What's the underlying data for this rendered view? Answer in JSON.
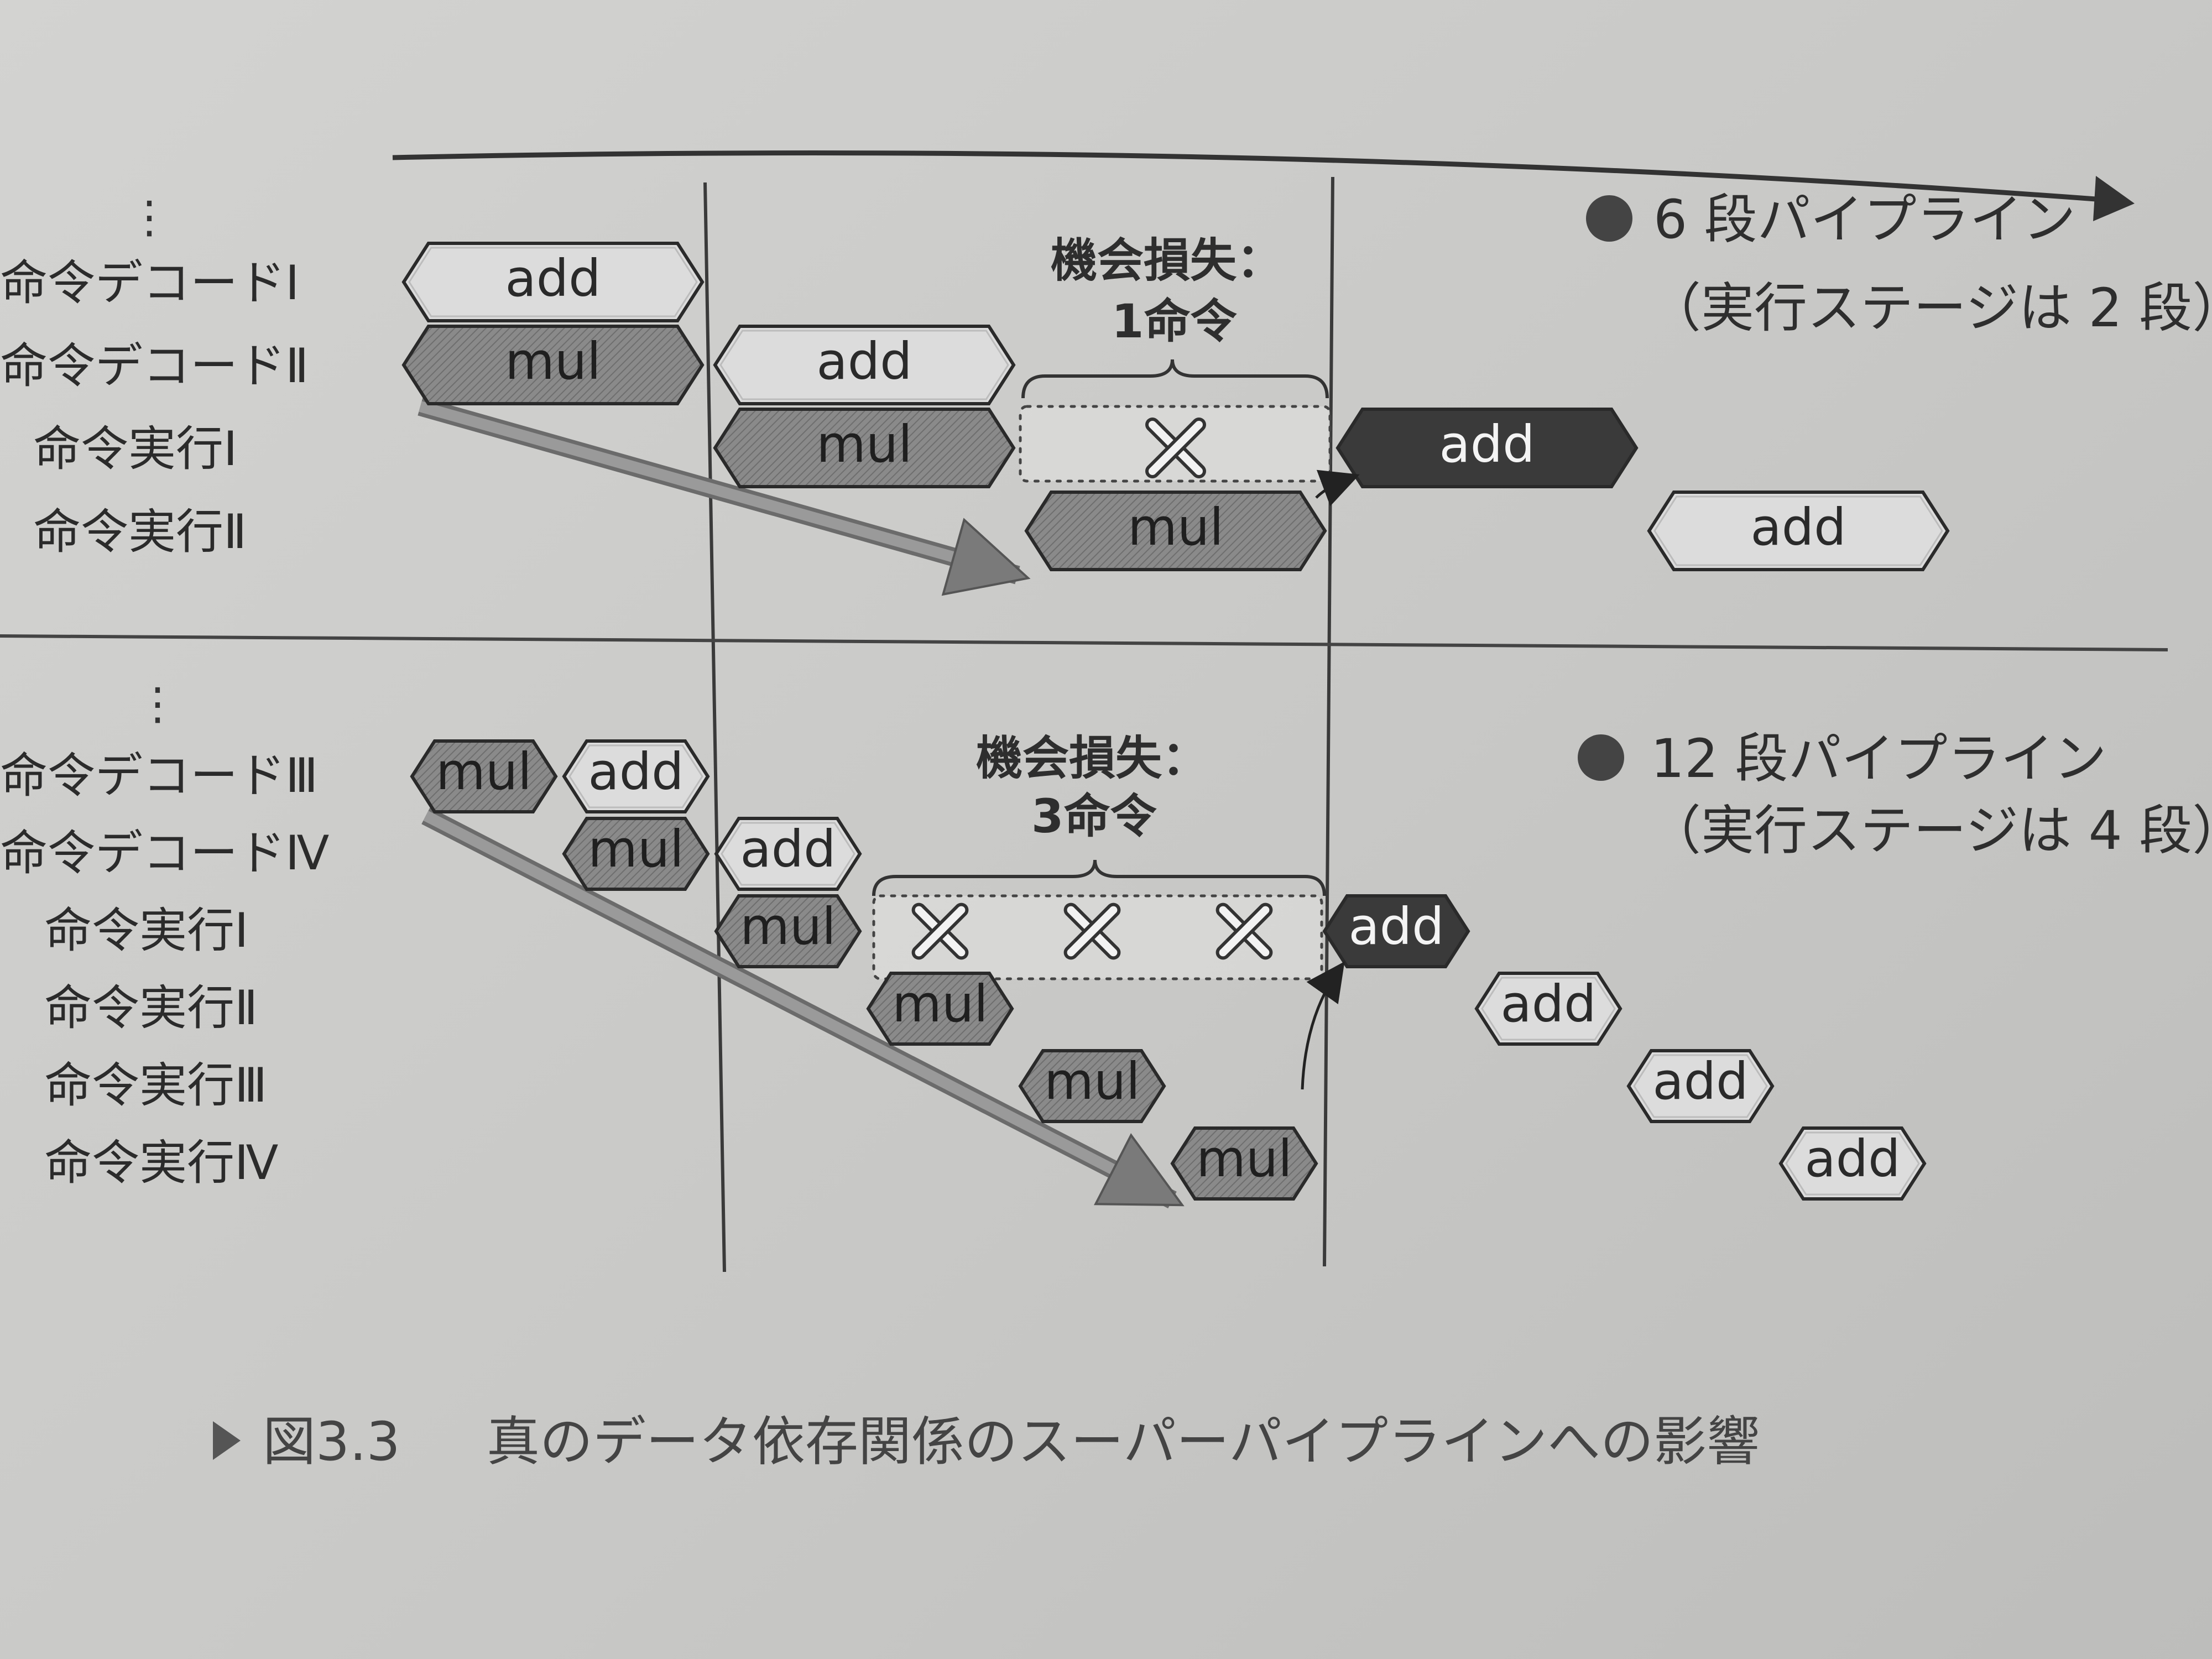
{
  "colors": {
    "light_fill": "#dcdcdc",
    "mid_fill": "#7a7a7a",
    "dark_fill": "#3a3a3a",
    "stroke": "#2a2a2a",
    "axis": "#333333"
  },
  "icons": {
    "stall": "x-mark-icon",
    "legend_bullet": "circle-bullet-icon",
    "caption_marker": "triangle-right-icon"
  },
  "top": {
    "ellipsis": "⋮",
    "stages": [
      "命令デコードⅠ",
      "命令デコードⅡ",
      "命令実行Ⅰ",
      "命令実行Ⅱ"
    ],
    "ops": [
      {
        "label": "add",
        "stage": 0,
        "cycle": 0,
        "shade": "light"
      },
      {
        "label": "mul",
        "stage": 1,
        "cycle": 0,
        "shade": "mid"
      },
      {
        "label": "add",
        "stage": 1,
        "cycle": 1,
        "shade": "light"
      },
      {
        "label": "mul",
        "stage": 2,
        "cycle": 1,
        "shade": "mid"
      },
      {
        "label": "mul",
        "stage": 3,
        "cycle": 2,
        "shade": "mid"
      },
      {
        "label": "add",
        "stage": 2,
        "cycle": 3,
        "shade": "dark"
      },
      {
        "label": "add",
        "stage": 3,
        "cycle": 4,
        "shade": "light"
      }
    ],
    "stalls": [
      {
        "stage": 2,
        "cycle": 2
      }
    ],
    "note_line1": "機会損失：",
    "note_line2": "1命令",
    "legend_line1": "6 段パイプライン",
    "legend_line2": "（実行ステージは 2 段）"
  },
  "bottom": {
    "ellipsis": "⋮",
    "stages": [
      "命令デコードⅢ",
      "命令デコードⅣ",
      "命令実行Ⅰ",
      "命令実行Ⅱ",
      "命令実行Ⅲ",
      "命令実行Ⅳ"
    ],
    "ops": [
      {
        "label": "mul",
        "stage": 0,
        "cycle": 0,
        "shade": "mid"
      },
      {
        "label": "add",
        "stage": 0,
        "cycle": 1,
        "shade": "light"
      },
      {
        "label": "mul",
        "stage": 1,
        "cycle": 1,
        "shade": "mid"
      },
      {
        "label": "add",
        "stage": 1,
        "cycle": 2,
        "shade": "light"
      },
      {
        "label": "mul",
        "stage": 2,
        "cycle": 2,
        "shade": "mid"
      },
      {
        "label": "mul",
        "stage": 3,
        "cycle": 3,
        "shade": "mid"
      },
      {
        "label": "mul",
        "stage": 4,
        "cycle": 4,
        "shade": "mid"
      },
      {
        "label": "mul",
        "stage": 5,
        "cycle": 5,
        "shade": "mid"
      },
      {
        "label": "add",
        "stage": 2,
        "cycle": 6,
        "shade": "dark"
      },
      {
        "label": "add",
        "stage": 3,
        "cycle": 7,
        "shade": "light"
      },
      {
        "label": "add",
        "stage": 4,
        "cycle": 8,
        "shade": "light"
      },
      {
        "label": "add",
        "stage": 5,
        "cycle": 9,
        "shade": "light"
      }
    ],
    "stalls": [
      {
        "stage": 2,
        "cycle": 3
      },
      {
        "stage": 2,
        "cycle": 4
      },
      {
        "stage": 2,
        "cycle": 5
      }
    ],
    "note_line1": "機会損失：",
    "note_line2": "3命令",
    "legend_line1": "12 段パイプライン",
    "legend_line2": "（実行ステージは 4 段）"
  },
  "caption": {
    "marker": "▶",
    "number": "図3.3",
    "text": "真のデータ依存関係のスーパーパイプラインへの影響"
  }
}
